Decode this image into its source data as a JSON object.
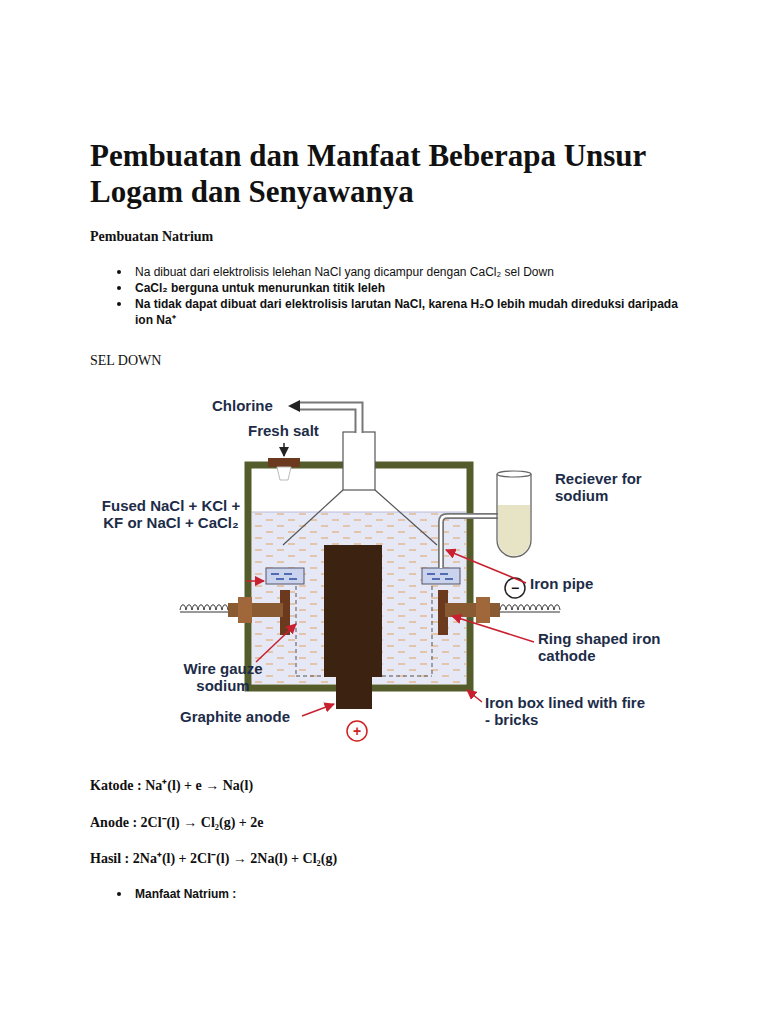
{
  "diagram": {
    "title": "Pembuatan dan Manfaat Beberapa Unsur Logam dan Senyawanya",
    "labels": [
      "Pembuatan Natrium",
      "Na dibuat dari elektrolisis lelehan NaCl yang dicampur dengan CaCl₂ sel Down",
      "CaCl₂ berguna untuk menurunkan titik leleh",
      "Na tidak dapat dibuat dari elektrolisis larutan NaCl, karena H₂O lebih mudah direduksi daripada ion Na⁺",
      "SEL DOWN",
      "Chlorine",
      "Fresh salt",
      "Reciever for sodium",
      "Fused NaCl + KCl + KF or NaCl + CaCl₂",
      "Iron pipe",
      "−",
      "Ring shaped iron cathode",
      "Wire gauze sodium",
      "Iron box lined with fire - bricks",
      "Graphite anode",
      "+",
      "Katode : Na⁺(l) + e → Na(l)",
      "Anode : 2Cl⁻(l) → Cl₂(g) + 2e",
      "Hasil : 2Na⁺(l) + 2Cl⁻(l) → 2Na(l) + Cl₂(g)",
      "Manfaat Natrium :"
    ]
  }
}
